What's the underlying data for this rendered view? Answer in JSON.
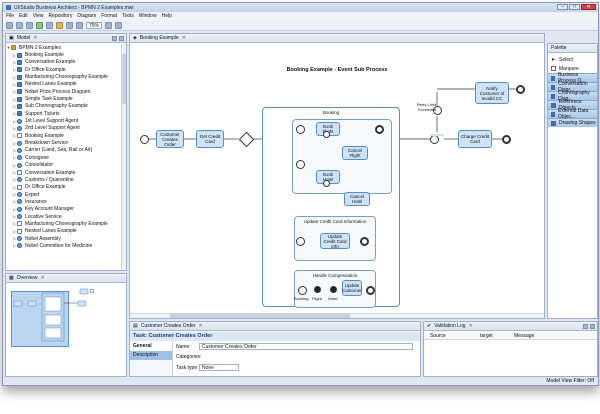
{
  "window": {
    "title": "UI/Studio Business Architect - BPMN 2 Examples.mwi"
  },
  "menu": [
    "File",
    "Edit",
    "View",
    "Repository",
    "Diagram",
    "Format",
    "Tools",
    "Window",
    "Help"
  ],
  "toolbar": {
    "zoom": "75%"
  },
  "model_panel": {
    "tab": "Model",
    "root": "BPMN 2 Examples",
    "items": [
      {
        "label": "Booking Example",
        "kind": "diagram"
      },
      {
        "label": "Conversation Example",
        "kind": "diagram"
      },
      {
        "label": "Dr Office Example",
        "kind": "diagram"
      },
      {
        "label": "Manfacturing Choreography Example",
        "kind": "diagram"
      },
      {
        "label": "Nested Lanes Example",
        "kind": "diagram"
      },
      {
        "label": "Nobel Prize Process Diagram",
        "kind": "diagram"
      },
      {
        "label": "Simple Task Example",
        "kind": "diagram"
      },
      {
        "label": "Sub Choreography Example",
        "kind": "diagram"
      },
      {
        "label": "Support Tickets",
        "kind": "diagram"
      },
      {
        "label": "1st Level Support Agent",
        "kind": "role"
      },
      {
        "label": "2nd Level Support Agent",
        "kind": "role"
      },
      {
        "label": "Booking Example",
        "kind": "data"
      },
      {
        "label": "Breakdown Service",
        "kind": "role"
      },
      {
        "label": "Carrier (Land, Sea, Rail or Air)",
        "kind": "role"
      },
      {
        "label": "Consignee",
        "kind": "role"
      },
      {
        "label": "Consolidator",
        "kind": "role"
      },
      {
        "label": "Conversation Example",
        "kind": "data"
      },
      {
        "label": "Customs / Quarantine",
        "kind": "role"
      },
      {
        "label": "Dr Office Example",
        "kind": "data"
      },
      {
        "label": "Expert",
        "kind": "role"
      },
      {
        "label": "Insurance",
        "kind": "role"
      },
      {
        "label": "Key Account Manager",
        "kind": "role"
      },
      {
        "label": "Locative Service",
        "kind": "role"
      },
      {
        "label": "Manfacturing Choreography Example",
        "kind": "data"
      },
      {
        "label": "Nested Lanes Example",
        "kind": "data"
      },
      {
        "label": "Nobel Assembly",
        "kind": "role"
      },
      {
        "label": "Nobel Committee for Medicine",
        "kind": "role"
      }
    ]
  },
  "overview_panel": {
    "tab": "Overview"
  },
  "editor": {
    "tab": "Booking Example",
    "diagram_title": "Booking Example - Event Sub Process",
    "tasks": {
      "customer_order": "Customer Creates Order",
      "get_credit_card": "Get Credit Card",
      "book_flight": "Book Flight",
      "cancel_flight": "Cancel Flight",
      "book_hotel": "Book Hotel",
      "cancel_hotel": "Cancel Hotel",
      "update_cc": "Update Credit Card Info",
      "update_customer": "Update Customer",
      "charge_cc": "Charge Credit Card",
      "notify_customer": "Notify Customer of Invalid CC"
    },
    "labels": {
      "booking": "Booking",
      "update_cc_info": "Update Credit Card Information",
      "handle_comp": "Handle Compensation",
      "retry_limit": "Retry Limit Exceeded",
      "booking_small": "Booking",
      "flight_small": "Flight",
      "hotel_small": "Hotel"
    }
  },
  "palette": {
    "tab": "Palette",
    "tools": [
      "Select",
      "Marquee"
    ],
    "drawers": [
      "Business Process O...",
      "Conversation Diagr...",
      "Choreography Diag...",
      "Reference Objects",
      "External Data Objec...",
      "Drawing Shapes"
    ]
  },
  "properties": {
    "tab": "Customer Creates Order",
    "header": "Task: Customer Creates Order",
    "tabs": [
      "General",
      "Description"
    ],
    "fields": [
      {
        "label": "Name:",
        "value": "Customer Creates Order"
      },
      {
        "label": "Categories:",
        "value": ""
      },
      {
        "label": "Task type:",
        "value": "None"
      }
    ]
  },
  "validation": {
    "tab": "Validation Log",
    "columns": [
      "Source",
      "target",
      "Message"
    ]
  },
  "status": {
    "text": "Model View Filter: Off"
  },
  "colors": {
    "task_fill": "#cde3f7",
    "task_border": "#5b8ec6",
    "accent": "#3b6fb6"
  }
}
